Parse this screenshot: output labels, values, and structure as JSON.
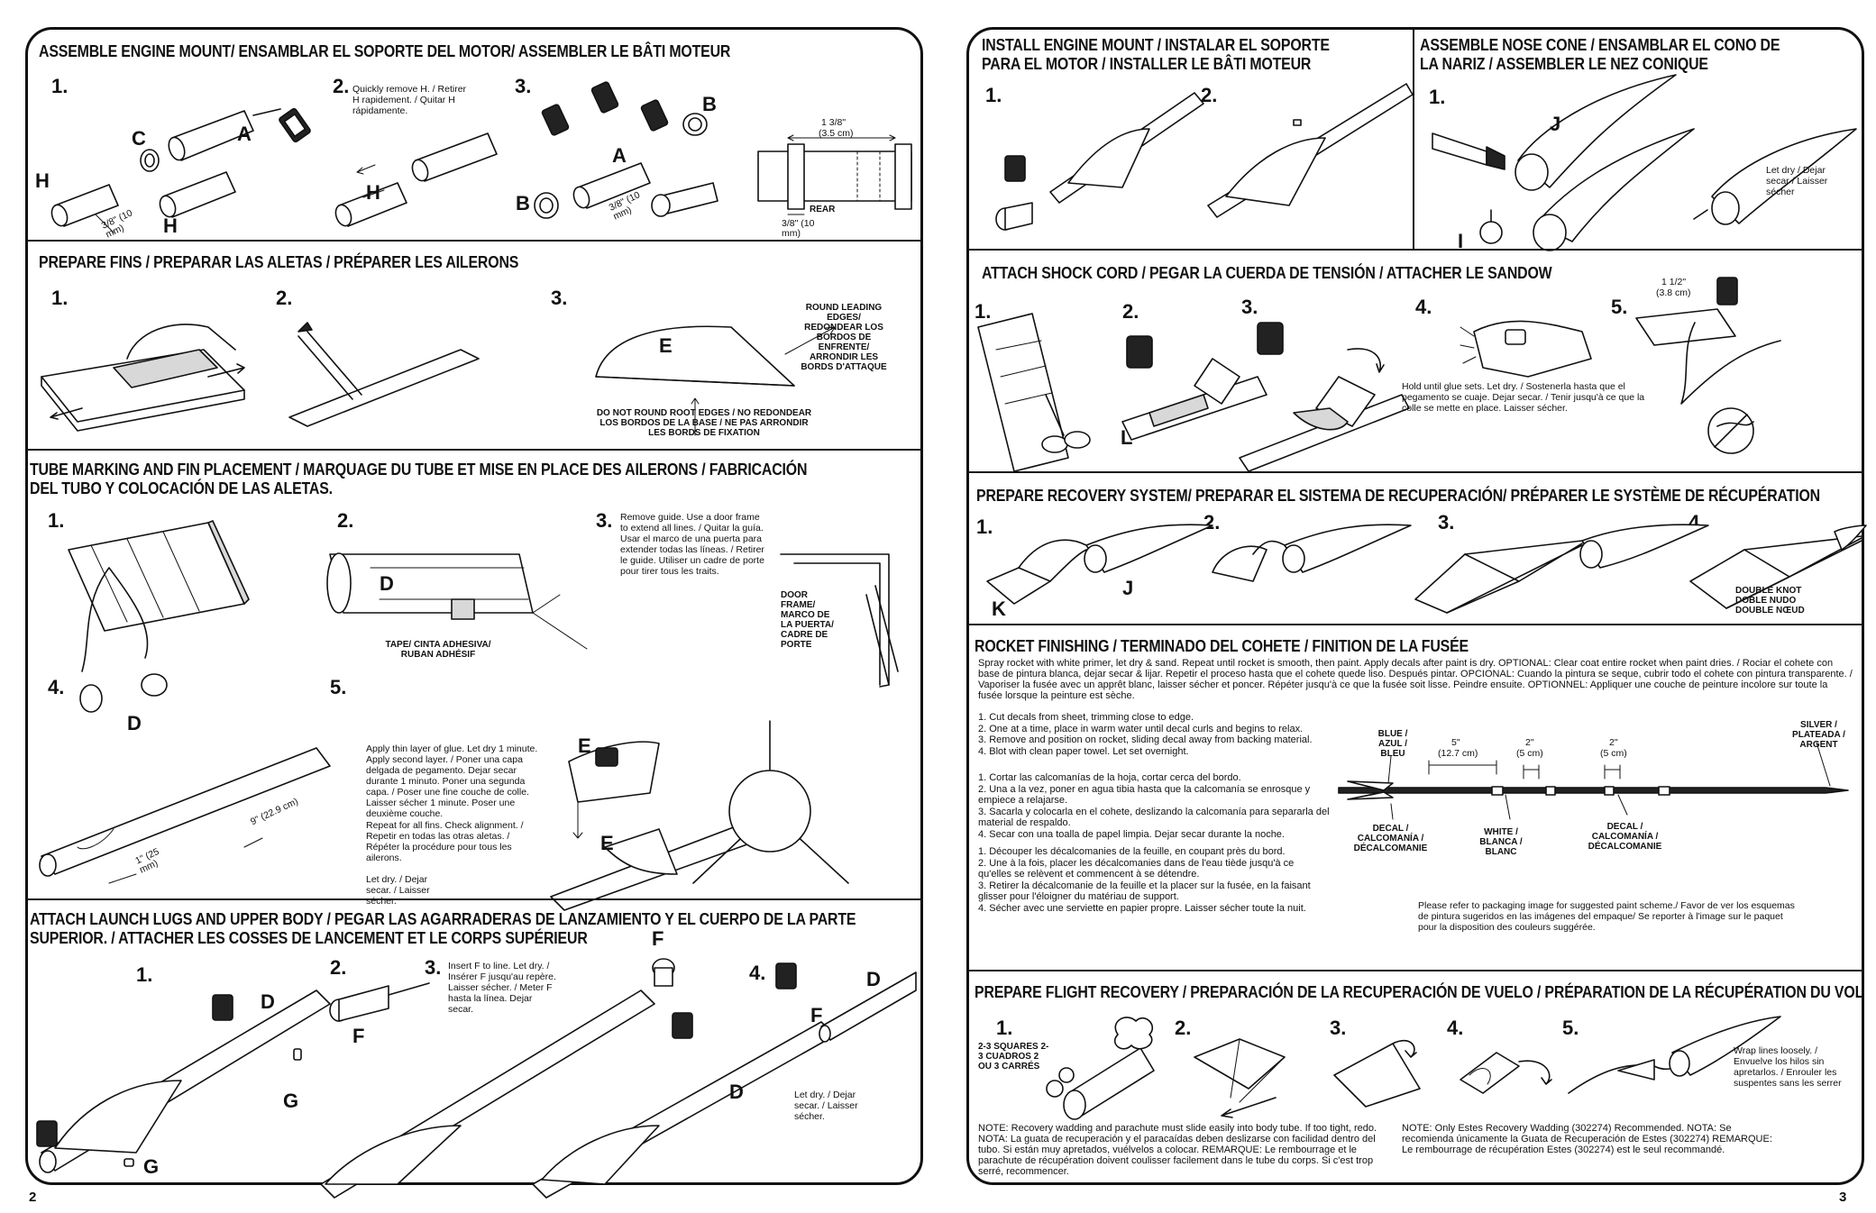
{
  "left": {
    "page_number": "2",
    "engine_mount": {
      "title": "ASSEMBLE ENGINE MOUNT/ ENSAMBLAR EL SOPORTE DEL MOTOR/ ASSEMBLER LE BÂTI MOTEUR",
      "steps": [
        "1.",
        "2.",
        "3."
      ],
      "step2_note": "Quickly remove H. / Retirer H rapidement. / Quitar H rápidamente.",
      "labels": {
        "H": "H",
        "C": "C",
        "A": "A",
        "B": "B"
      },
      "dim_38": "3/8\" (10 mm)",
      "dim_138": "1 3/8\"",
      "dim_35cm": "(3.5 cm)",
      "rear": "REAR"
    },
    "fins": {
      "title": "PREPARE FINS / PREPARAR LAS ALETAS / PRÉPARER LES AILERONS",
      "steps": [
        "1.",
        "2.",
        "3."
      ],
      "label_E": "E",
      "round_edges": "ROUND LEADING EDGES/ REDONDEAR LOS BORDOS DE ENFRENTE/ ARRONDIR LES BORDS D'ATTAQUE",
      "root_edges": "DO NOT ROUND ROOT EDGES / NO REDONDEAR LOS BORDOS DE LA BASE / NE PAS ARRONDIR LES BORDS DE FIXATION"
    },
    "tube_marking": {
      "title_line1": "TUBE MARKING  AND FIN PLACEMENT / MARQUAGE DU TUBE ET MISE EN PLACE DES AILERONS / FABRICACIÓN",
      "title_line2": "DEL TUBO Y COLOCACIÓN DE LAS ALETAS.",
      "steps": [
        "1.",
        "2.",
        "3.",
        "4.",
        "5."
      ],
      "label_D": "D",
      "label_E": "E",
      "tape": "TAPE/ CINTA ADHESIVA/ RUBAN ADHÉSIF",
      "step3_note": "Remove guide. Use a door frame to extend all lines. / Quitar la guía. Usar el marco de una puerta para extender todas las líneas. / Retirer le guide. Utiliser un cadre de porte pour tirer tous les traits.",
      "door_frame": "DOOR FRAME/ MARCO DE LA PUERTA/ CADRE DE PORTE",
      "dim_1": "1\" (25 mm)",
      "dim_9": "9\" (22.9 cm)",
      "step5_note1": "Apply thin layer of glue. Let dry 1 minute. Apply second layer. / Poner una capa delgada de pegamento. Dejar secar durante 1 minuto. Poner una segunda capa. / Poser une fine couche de colle. Laisser sécher 1 minute. Poser une deuxième couche.",
      "step5_note2": "Repeat for all fins. Check alignment. / Repetir en todas las otras aletas. / Répéter la procédure pour tous les ailerons.",
      "step5_note3": "Let dry. / Dejar secar. / Laisser sécher."
    },
    "launch_lugs": {
      "title_line1": "ATTACH LAUNCH LUGS  AND UPPER BODY / PEGAR LAS AGARRADERAS DE LANZAMIENTO Y EL CUERPO DE LA PARTE",
      "title_line2": "SUPERIOR. / ATTACHER LES COSSES DE LANCEMENT ET LE CORPS SUPÉRIEUR",
      "steps": [
        "1.",
        "2.",
        "3.",
        "4."
      ],
      "step3_note": "Insert F to line. Let dry. / Insérer F jusqu'au repère. Laisser sécher. / Meter F hasta la línea. Dejar secar.",
      "step4_note": "Let dry. / Dejar secar. / Laisser sécher.",
      "labels": {
        "D": "D",
        "F": "F",
        "G": "G"
      }
    }
  },
  "right": {
    "page_number": "3",
    "install_mount": {
      "title_line1": "INSTALL ENGINE MOUNT  / INSTALAR EL SOPORTE",
      "title_line2": "PARA EL MOTOR / INSTALLER LE BÂTI MOTEUR",
      "steps": [
        "1.",
        "2."
      ]
    },
    "nose_cone": {
      "title_line1": "ASSEMBLE NOSE CONE  / ENSAMBLAR EL CONO DE",
      "title_line2": "LA NARIZ / ASSEMBLER LE NEZ CONIQUE",
      "step": "1.",
      "labels": {
        "J": "J",
        "I": "I"
      },
      "let_dry": "Let dry / Dejar secar / Laisser sécher"
    },
    "shock_cord": {
      "title": "ATTACH SHOCK CORD / PEGAR LA CUERDA DE TENSIÓN / ATTACHER LE SANDOW",
      "steps": [
        "1.",
        "2.",
        "3.",
        "4.",
        "5."
      ],
      "label_L": "L",
      "hold_note": "Hold until glue sets. Let dry. / Sostenerla hasta que el pegamento se cuaje. Dejar secar. / Tenir jusqu'à ce que la colle se mette en place. Laisser sécher.",
      "dim_112": "1 1/2\"",
      "dim_38cm": "(3.8 cm)"
    },
    "recovery": {
      "title": "PREPARE RECOVERY SYSTEM/ PREPARAR EL SISTEMA DE RECUPERACIÓN/  PRÉPARER LE SYSTÈME DE RÉCUPÉRATION",
      "steps": [
        "1.",
        "2.",
        "3.",
        "4"
      ],
      "labels": {
        "J": "J",
        "K": "K"
      },
      "double_knot": "DOUBLE KNOT DOBLE NUDO DOUBLE NŒUD"
    },
    "finishing": {
      "title": "ROCKET FINISHING / TERMINADO DEL COHETE / FINITION DE LA FUSÉE",
      "intro": "Spray rocket with white primer, let dry & sand. Repeat until rocket is smooth, then paint. Apply decals after paint is dry. OPTIONAL: Clear coat entire rocket when paint dries. / Rociar el cohete con base de pintura blanca, dejar secar & lijar. Repetir el proceso hasta que el cohete quede liso. Después pintar. OPCIONAL: Cuando la pintura se seque, cubrir todo el cohete con pintura transparente. / Vaporiser la fusée avec un apprêt blanc, laisser sécher et poncer. Répéter jusqu'à ce que la fusée soit lisse. Peindre ensuite. OPTIONNEL:  Appliquer une couche de peinture incolore sur toute la fusée lorsque la peinture est sèche.",
      "en": [
        "1. Cut decals from sheet, trimming close to edge.",
        "2. One at a time, place in warm water until decal curls and begins to relax.",
        "3. Remove and position on rocket, sliding decal away from backing material.",
        "4. Blot with clean paper towel.  Let set overnight."
      ],
      "es": [
        "1. Cortar las calcomanías de la hoja, cortar cerca del bordo.",
        "2. Una a la vez, poner en agua tibia hasta que la calcomanía se enrosque y empiece a relajarse.",
        "3. Sacarla y colocarla en el cohete, deslizando la calcomanía para separarla del material de respaldo.",
        "4. Secar con una toalla de papel limpia. Dejar secar durante la noche."
      ],
      "fr": [
        "1. Découper les décalcomanies de la feuille, en coupant près du bord.",
        "2. Une à la fois, placer les décalcomanies dans de l'eau tiède jusqu'à ce qu'elles se relèvent et commencent à se détendre.",
        "3. Retirer la décalcomanie de la feuille et la placer sur la fusée, en la faisant glisser pour l'éloigner du matériau de support.",
        "4. Sécher avec une serviette en papier propre. Laisser sécher toute la nuit."
      ],
      "blue": "BLUE / AZUL / BLEU",
      "silver": "SILVER / PLATEADA / ARGENT",
      "dim5": "5\"",
      "dim5cm": "(12.7 cm)",
      "dim2": "2\"",
      "dim2cm": "(5 cm)",
      "decal_left": "DECAL / CALCOMANÍA / DÉCALCOMANIE",
      "white": "WHITE / BLANCA / BLANC",
      "decal_right": "DECAL / CALCOMANÍA / DÉCALCOMANIE",
      "paint_note": "Please refer to packaging image for suggested paint scheme./ Favor de ver los esquemas de pintura sugeridos en las imágenes del empaque/ Se reporter à l'image sur le paquet pour la disposition des couleurs suggérée."
    },
    "flight_recovery": {
      "title": "PREPARE FLIGHT RECOVERY / PREPARACIÓN DE LA RECUPERACIÓN DE VUELO / PRÉPARATION DE LA RÉCUPÉRATION DU VOL",
      "steps": [
        "1.",
        "2.",
        "3.",
        "4.",
        "5."
      ],
      "squares": "2-3 SQUARES 2-3 CUADROS 2 OU 3 CARRÉS",
      "wrap": "Wrap lines loosely. / Envuelve los hilos sin apretarlos. / Enrouler les suspentes sans les serrer",
      "note_left": "NOTE: Recovery wadding and parachute must slide easily into body tube. If too tight, redo. NOTA: La guata de recuperación y el paracaídas deben deslizarse con facilidad dentro del tubo. Si están muy apretados, vuélvelos a colocar. REMARQUE: Le rembourrage et le parachute de récupération doivent coulisser facilement dans le tube du corps. Si c'est trop serré, recommencer.",
      "note_right": "NOTE: Only Estes Recovery Wadding (302274) Recommended. NOTA: Se recomienda únicamente la Guata de Recuperación de Estes (302274) REMARQUE: Le rembourrage de récupération Estes (302274) est le seul recommandé."
    }
  }
}
